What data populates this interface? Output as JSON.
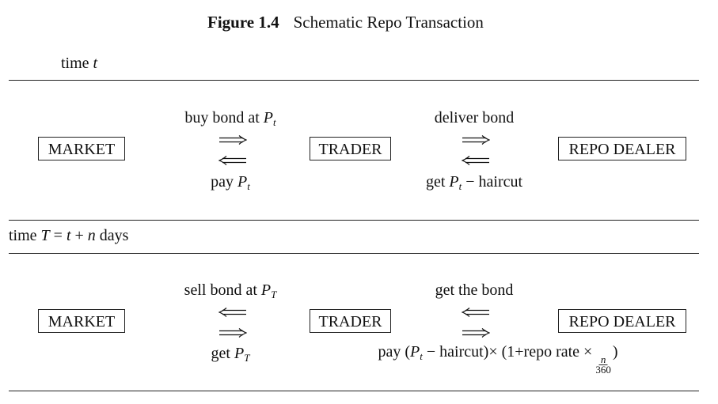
{
  "figure": {
    "number": "Figure 1.4",
    "title": "Schematic Repo Transaction"
  },
  "section1": {
    "time_prefix": "time",
    "time_var": "t"
  },
  "section2": {
    "time_prefix": "time",
    "time_expr_T": "T",
    "time_expr_eq": " = ",
    "time_expr_t": "t",
    "time_expr_plus": " + ",
    "time_expr_n": "n",
    "time_expr_suffix": " days"
  },
  "entities": {
    "market": "MARKET",
    "trader": "TRADER",
    "dealer": "REPO DEALER"
  },
  "row1": {
    "buy_text": "buy bond at ",
    "buy_var": "P",
    "buy_sub": "t",
    "pay_text": "pay ",
    "pay_var": "P",
    "pay_sub": "t",
    "deliver": "deliver bond",
    "get_text": "get ",
    "get_var": "P",
    "get_sub": "t",
    "get_suffix": " − haircut"
  },
  "row2": {
    "sell_text": "sell bond at ",
    "sell_var": "P",
    "sell_sub": "T",
    "get_text": "get ",
    "get_var": "P",
    "get_sub": "T",
    "get_bond": "get the bond",
    "pay_prefix": "pay (",
    "pay_var": "P",
    "pay_sub": "t",
    "pay_mid": " − haircut)× (1+repo rate ×",
    "frac_num": "n",
    "frac_den": "360",
    "pay_close": ")"
  }
}
